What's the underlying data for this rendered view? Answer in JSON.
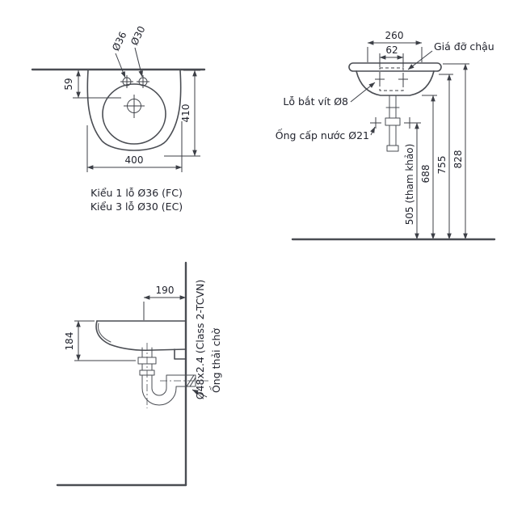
{
  "drawing": {
    "top_view": {
      "dim_hole_a": "Ø36",
      "dim_hole_b": "Ø30",
      "dim_offset": "59",
      "dim_depth": "410",
      "dim_width": "400",
      "caption_line1": "Kiểu 1 lỗ Ø36 (FC)",
      "caption_line2": "Kiểu 3 lỗ Ø30 (EC)"
    },
    "front_view": {
      "dim_width": "260",
      "dim_bracket": "62",
      "label_bracket": "Giá đỡ chậu",
      "label_screw": "Lỗ bắt vít Ø8",
      "label_supply": "Ống cấp nước Ø21",
      "dim_h_ref": "505 (tham khảo)",
      "dim_h1": "688",
      "dim_h2": "755",
      "dim_h3": "828"
    },
    "side_view": {
      "dim_depth": "190",
      "dim_height": "184",
      "label_pipe": "Ø48x2.4 (Class 2-TCVN)",
      "label_waste": "Ống thải chờ"
    }
  },
  "colors": {
    "line": "#4a4d53",
    "dimension": "#3c3f46",
    "text": "#22242e",
    "background": "#ffffff"
  }
}
